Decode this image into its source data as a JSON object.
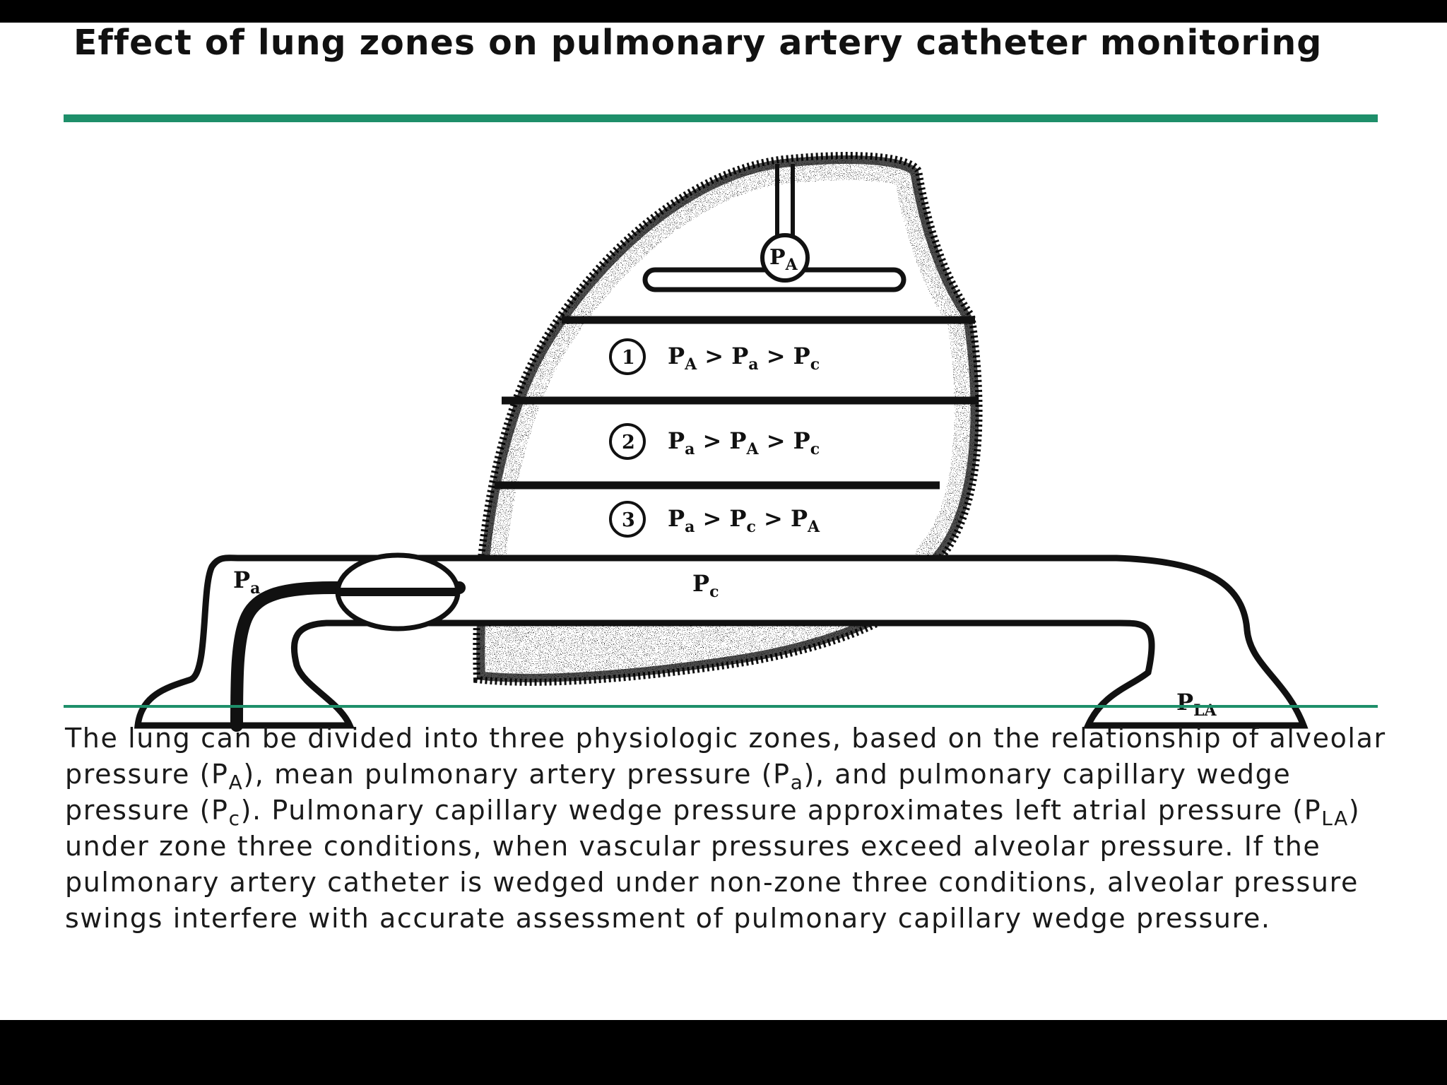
{
  "slide": {
    "title": "Effect of lung zones on pulmonary artery catheter monitoring",
    "colors": {
      "accent_rule": "#1e8f6a",
      "background": "#ffffff",
      "frame": "#000000"
    }
  },
  "diagram": {
    "alveolar_label": {
      "main": "P",
      "sub": "A"
    },
    "zones": [
      {
        "number": "1",
        "relation": [
          "P",
          "A",
          " > ",
          "P",
          "a",
          " > ",
          "P",
          "c"
        ]
      },
      {
        "number": "2",
        "relation": [
          "P",
          "a",
          " > ",
          "P",
          "A",
          " > ",
          "P",
          "c"
        ]
      },
      {
        "number": "3",
        "relation": [
          "P",
          "a",
          " > ",
          "P",
          "c",
          " > ",
          "P",
          "A"
        ]
      }
    ],
    "vessel_labels": {
      "artery": {
        "main": "P",
        "sub": "a"
      },
      "capillary": {
        "main": "P",
        "sub": "c"
      },
      "left_atrium": {
        "main": "P",
        "sub": "LA"
      }
    }
  },
  "caption": {
    "s1": "The lung can be divided into three physiologic zones, based on the relationship of alveolar pressure (P",
    "sub_A": "A",
    "s2": "), mean pulmonary artery pressure (P",
    "sub_a": "a",
    "s3": "), and pulmonary capillary wedge pressure (P",
    "sub_c": "c",
    "s4": "). Pulmonary capillary wedge pressure approximates left atrial pressure (P",
    "sub_LA": "LA",
    "s5": ") under zone three conditions, when vascular pressures exceed alveolar pressure. If the pulmonary artery catheter is wedged under non-zone three conditions, alveolar pressure swings interfere with accurate assessment of pulmonary capillary wedge pressure."
  }
}
